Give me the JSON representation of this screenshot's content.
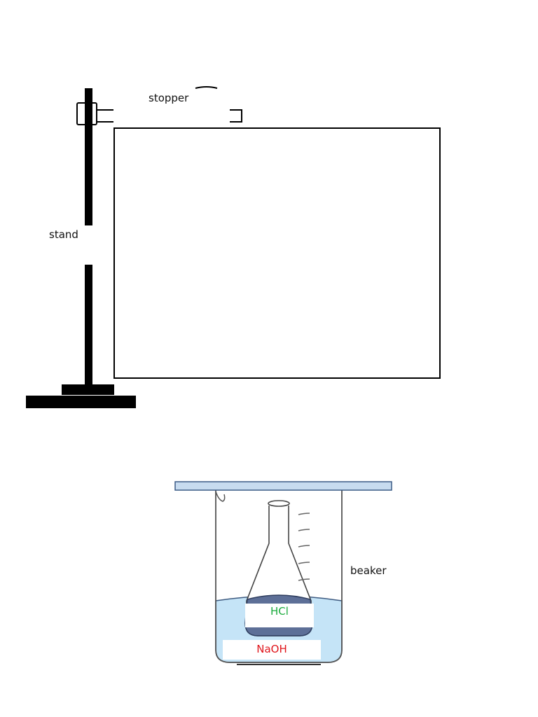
{
  "labels": {
    "stopper": "stopper",
    "stand": "stand",
    "beaker": "beaker"
  },
  "chemicals": {
    "flask_content": "HCl",
    "beaker_content": "NaOH"
  },
  "colors": {
    "hcl": "#1aab3c",
    "naoh": "#e0161c",
    "water": "#c5e4f7",
    "flask_liquid": "#5d6f97",
    "beaker_rim": "#c7dbef"
  }
}
